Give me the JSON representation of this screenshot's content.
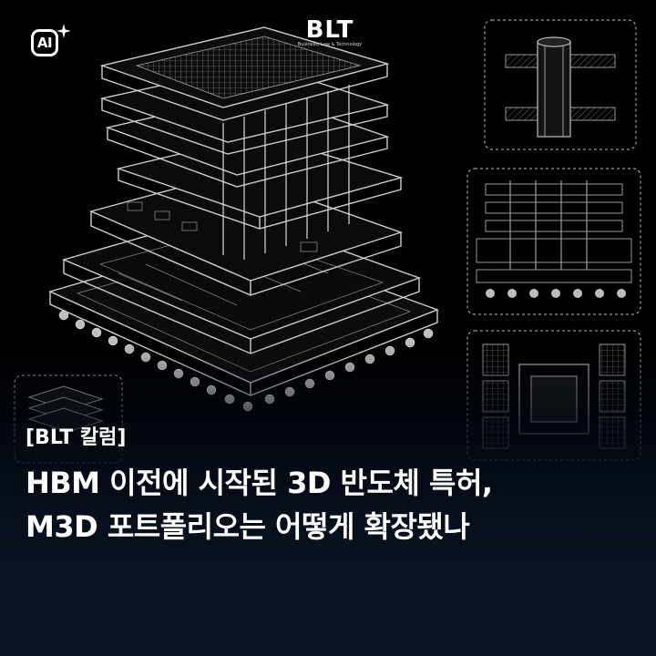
{
  "brand": {
    "name": "BLT",
    "tagline": "Business, Law & Technology"
  },
  "badge": {
    "label": "AI",
    "icon": "ai-sparkle-icon"
  },
  "article": {
    "category": "[BLT 칼럼]",
    "headline_line1": "HBM 이전에 시작된 3D 반도체 특허,",
    "headline_line2": "M3D 포트폴리오는 어떻게 확장됐나"
  },
  "colors": {
    "background": "#000000",
    "line_art": "#cfcfcf",
    "gradient_bottom": "#0a1526",
    "text": "#ffffff"
  }
}
